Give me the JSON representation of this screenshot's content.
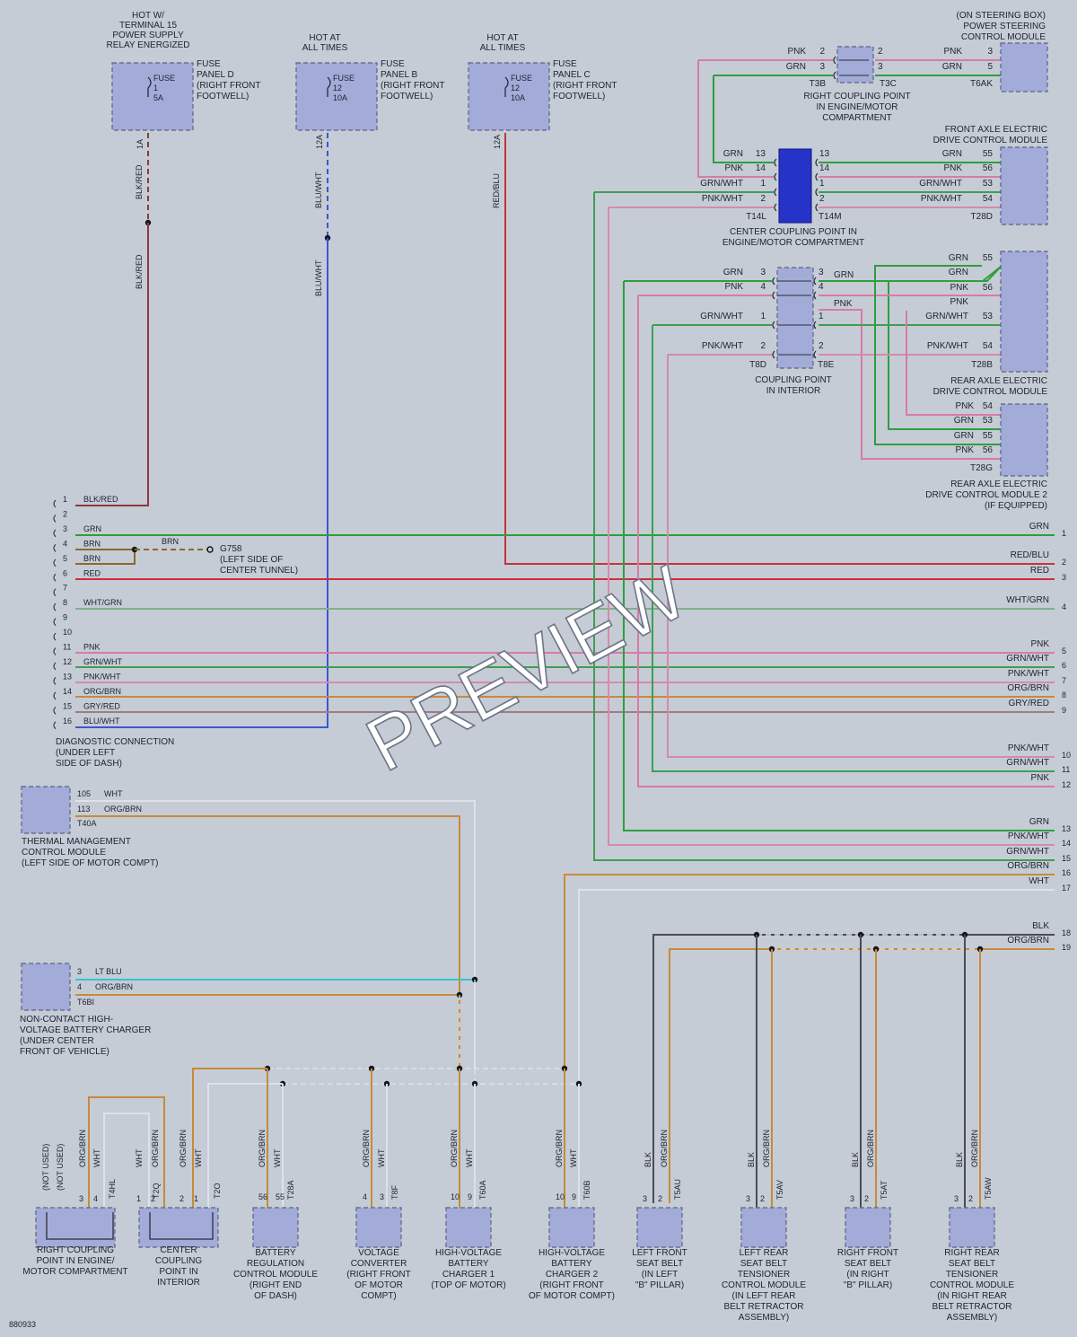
{
  "doc_id": "880933",
  "watermark": "PREVIEW",
  "colors": {
    "PNK": "#d97aa6",
    "GRN": "#2e9e3e",
    "RED": "#d22c3a",
    "REDBLU": "#c5343c",
    "BLKRED": "#8a3a3a",
    "BLUWHT": "#3c55d6",
    "BRN": "#8a6a2a",
    "WHTGRN": "#7fb08a",
    "ORGBRN": "#c88a3a",
    "GRYRED": "#a07b84",
    "WHT": "#dde2e8",
    "LTBLU": "#2ec6d4",
    "BLK": "#4a4c55",
    "GRNWHT": "#3e9e52",
    "PNKWHT": "#d68aaa"
  },
  "fuses": [
    {
      "hot": "HOT W/\nTERMINAL 15\nPOWER SUPPLY\nRELAY ENERGIZED",
      "fuse": "FUSE\n1\n5A",
      "panel": "FUSE\nPANEL D\n(RIGHT FRONT\nFOOTWELL)",
      "pin": "1A",
      "wire_top": "BLK/RED",
      "wire_bottom": "BLK/RED"
    },
    {
      "hot": "HOT AT\nALL TIMES",
      "fuse": "FUSE\n12\n10A",
      "panel": "FUSE\nPANEL B\n(RIGHT FRONT\nFOOTWELL)",
      "pin": "12A",
      "wire_top": "BLU/WHT",
      "wire_bottom": "BLU/WHT"
    },
    {
      "hot": "HOT AT\nALL TIMES",
      "fuse": "FUSE\n12\n10A",
      "panel": "FUSE\nPANEL C\n(RIGHT FRONT\nFOOTWELL)",
      "pin": "12A",
      "wire_top": "RED/BLU"
    }
  ],
  "ps_module": "(ON STEERING BOX)\nPOWER STEERING\nCONTROL MODULE",
  "ps": {
    "l_pins": [
      "2",
      "3"
    ],
    "l_cols": [
      "PNK",
      "GRN"
    ],
    "r_pins": [
      "2",
      "3"
    ],
    "rr_pins": [
      "3",
      "5"
    ],
    "rr_cols": [
      "PNK",
      "GRN"
    ],
    "t_left": "T3B",
    "t_right": "T3C",
    "t_mod": "T6AK",
    "label": "RIGHT COUPLING POINT\nIN ENGINE/MOTOR\nCOMPARTMENT"
  },
  "fa_module": "FRONT AXLE ELECTRIC\nDRIVE CONTROL MODULE",
  "cc": {
    "l_cols": [
      "GRN",
      "PNK",
      "GRN/WHT",
      "PNK/WHT"
    ],
    "l_pins": [
      "13",
      "14",
      "1",
      "2"
    ],
    "r_pins": [
      "13",
      "14",
      "1",
      "2"
    ],
    "m_cols": [
      "GRN",
      "PNK",
      "GRN/WHT",
      "PNK/WHT"
    ],
    "m_pins": [
      "55",
      "56",
      "53",
      "54"
    ],
    "t_left": "T14L",
    "t_right": "T14M",
    "t_mod": "T28D",
    "label": "CENTER COUPLING POINT IN\nENGINE/MOTOR COMPARTMENT"
  },
  "cpi": {
    "l_cols": [
      "GRN",
      "PNK",
      "GRN/WHT",
      "PNK/WHT"
    ],
    "l_pins": [
      "3",
      "4",
      "1",
      "2"
    ],
    "r_pins": [
      "3",
      "4",
      "1",
      "2"
    ],
    "r_cols": [
      "GRN",
      "PNK"
    ],
    "t_left": "T8D",
    "t_right": "T8E",
    "label": "COUPLING POINT\nIN INTERIOR"
  },
  "ra1": {
    "label": "REAR AXLE ELECTRIC\nDRIVE CONTROL MODULE",
    "cols": [
      "GRN",
      "GRN",
      "PNK",
      "PNK",
      "GRN/WHT",
      "PNK/WHT"
    ],
    "pins": [
      "55",
      "",
      "56",
      "",
      "53",
      "54"
    ],
    "t": "T28B"
  },
  "ra2": {
    "label": "REAR AXLE ELECTRIC\nDRIVE CONTROL MODULE 2\n(IF EQUIPPED)",
    "cols": [
      "PNK",
      "GRN",
      "GRN",
      "PNK"
    ],
    "pins": [
      "54",
      "53",
      "55",
      "56"
    ],
    "t": "T28G"
  },
  "diag": {
    "label": "DIAGNOSTIC CONNECTION\n(UNDER LEFT\nSIDE OF DASH)",
    "pins": [
      {
        "n": "1",
        "c": "BLK/RED"
      },
      {
        "n": "2",
        "c": ""
      },
      {
        "n": "3",
        "c": "GRN"
      },
      {
        "n": "4",
        "c": "BRN"
      },
      {
        "n": "5",
        "c": "BRN"
      },
      {
        "n": "6",
        "c": "RED"
      },
      {
        "n": "7",
        "c": ""
      },
      {
        "n": "8",
        "c": "WHT/GRN"
      },
      {
        "n": "9",
        "c": ""
      },
      {
        "n": "10",
        "c": ""
      },
      {
        "n": "11",
        "c": "PNK"
      },
      {
        "n": "12",
        "c": "GRN/WHT"
      },
      {
        "n": "13",
        "c": "PNK/WHT"
      },
      {
        "n": "14",
        "c": "ORG/BRN"
      },
      {
        "n": "15",
        "c": "GRY/RED"
      },
      {
        "n": "16",
        "c": "BLU/WHT"
      }
    ]
  },
  "ground": {
    "wire": "BRN",
    "id": "G758",
    "label": "(LEFT SIDE OF\nCENTER TUNNEL)"
  },
  "right_refs": [
    {
      "n": "1",
      "c": "GRN"
    },
    {
      "n": "2",
      "c": "RED/BLU"
    },
    {
      "n": "3",
      "c": "RED"
    },
    {
      "n": "4",
      "c": "WHT/GRN"
    },
    {
      "n": "5",
      "c": "PNK"
    },
    {
      "n": "6",
      "c": "GRN/WHT"
    },
    {
      "n": "7",
      "c": "PNK/WHT"
    },
    {
      "n": "8",
      "c": "ORG/BRN"
    },
    {
      "n": "9",
      "c": "GRY/RED"
    },
    {
      "n": "10",
      "c": "PNK/WHT"
    },
    {
      "n": "11",
      "c": "GRN/WHT"
    },
    {
      "n": "12",
      "c": "PNK"
    },
    {
      "n": "13",
      "c": "GRN"
    },
    {
      "n": "14",
      "c": "PNK/WHT"
    },
    {
      "n": "15",
      "c": "GRN/WHT"
    },
    {
      "n": "16",
      "c": "ORG/BRN"
    },
    {
      "n": "17",
      "c": "WHT"
    },
    {
      "n": "18",
      "c": "BLK"
    },
    {
      "n": "19",
      "c": "ORG/BRN"
    }
  ],
  "tm": {
    "pins": [
      "105",
      "113"
    ],
    "cols": [
      "WHT",
      "ORG/BRN"
    ],
    "t": "T40A",
    "label": "THERMAL MANAGEMENT\nCONTROL MODULE\n(LEFT SIDE OF MOTOR COMPT)"
  },
  "nc": {
    "pins": [
      "3",
      "4"
    ],
    "cols": [
      "LT BLU",
      "ORG/BRN"
    ],
    "t": "T6BI",
    "label": "NON-CONTACT HIGH-\nVOLTAGE BATTERY CHARGER\n(UNDER CENTER\nFRONT OF VEHICLE)"
  },
  "bottom": [
    {
      "label": "RIGHT COUPLING\nPOINT IN ENGINE/\nMOTOR COMPARTMENT",
      "cols": [
        "(NOT USED)",
        "(NOT USED)",
        "ORG/BRN",
        "WHT"
      ],
      "pins": [
        "3",
        "4"
      ],
      "t": "T4HL"
    },
    {
      "label": "CENTER\nCOUPLING\nPOINT IN\nINTERIOR",
      "cols": [
        "WHT",
        "ORG/BRN",
        "ORG/BRN",
        "WHT"
      ],
      "pins": [
        "1",
        "2",
        "2",
        "1"
      ],
      "t": "T2Q",
      "t2": "T2O"
    },
    {
      "label": "BATTERY\nREGULATION\nCONTROL MODULE\n(RIGHT END\nOF DASH)",
      "cols": [
        "ORG/BRN",
        "WHT"
      ],
      "pins": [
        "56",
        "55"
      ],
      "t": "T28A"
    },
    {
      "label": "VOLTAGE\nCONVERTER\n(RIGHT FRONT\nOF MOTOR\nCOMPT)",
      "cols": [
        "ORG/BRN",
        "WHT"
      ],
      "pins": [
        "4",
        "3"
      ],
      "t": "T8F"
    },
    {
      "label": "HIGH-VOLTAGE\nBATTERY\nCHARGER 1\n(TOP OF MOTOR)",
      "cols": [
        "ORG/BRN",
        "WHT"
      ],
      "pins": [
        "10",
        "9"
      ],
      "t": "T60A"
    },
    {
      "label": "HIGH-VOLTAGE\nBATTERY\nCHARGER 2\n(RIGHT FRONT\nOF MOTOR COMPT)",
      "cols": [
        "ORG/BRN",
        "WHT"
      ],
      "pins": [
        "10",
        "9"
      ],
      "t": "T60B"
    },
    {
      "label": "LEFT FRONT\nSEAT BELT\n(IN LEFT\n\"B\" PILLAR)",
      "cols": [
        "BLK",
        "ORG/BRN"
      ],
      "pins": [
        "3",
        "2"
      ],
      "t": "T5AU"
    },
    {
      "label": "LEFT REAR\nSEAT BELT\nTENSIONER\nCONTROL MODULE\n(IN LEFT REAR\nBELT RETRACTOR\nASSEMBLY)",
      "cols": [
        "BLK",
        "ORG/BRN"
      ],
      "pins": [
        "3",
        "2"
      ],
      "t": "T5AV"
    },
    {
      "label": "RIGHT FRONT\nSEAT BELT\n(IN RIGHT\n\"B\" PILLAR)",
      "cols": [
        "BLK",
        "ORG/BRN"
      ],
      "pins": [
        "3",
        "2"
      ],
      "t": "T5AT"
    },
    {
      "label": "RIGHT REAR\nSEAT BELT\nTENSIONER\nCONTROL MODULE\n(IN RIGHT REAR\nBELT RETRACTOR\nASSEMBLY)",
      "cols": [
        "BLK",
        "ORG/BRN"
      ],
      "pins": [
        "3",
        "2"
      ],
      "t": "T5AW"
    }
  ]
}
